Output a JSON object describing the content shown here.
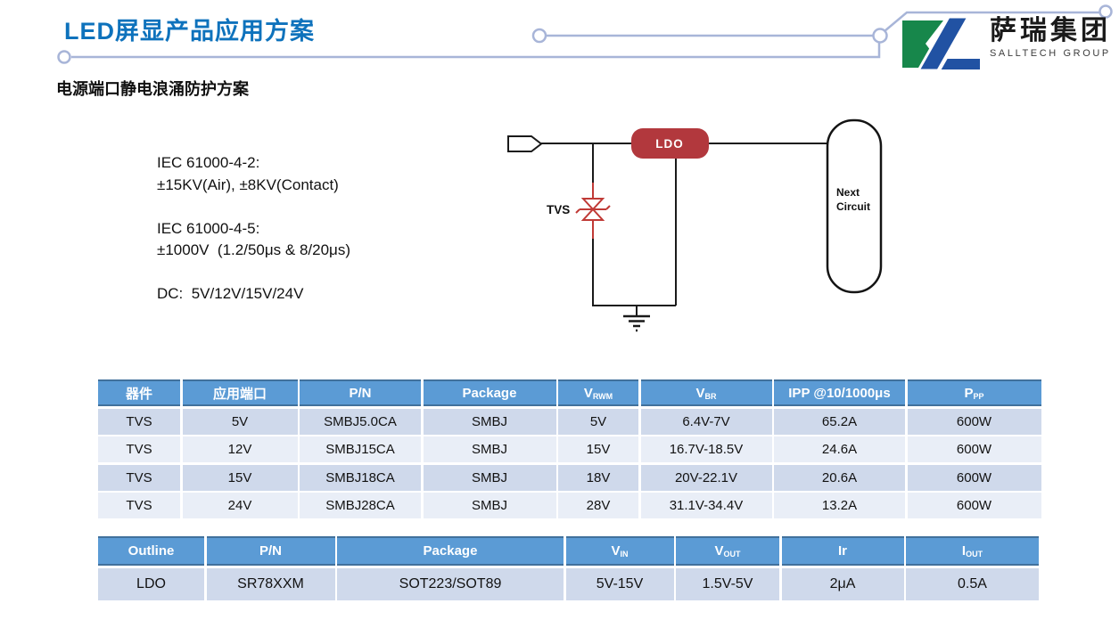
{
  "slide": {
    "title": "LED屏显产品应用方案",
    "subtitle": "电源端口静电浪涌防护方案"
  },
  "logo": {
    "name_cn": "萨瑞集团",
    "name_en": "SALLTECH GROUP",
    "green": "#17874B",
    "blue": "#2152A3"
  },
  "specs": {
    "lines": [
      "IEC 61000-4-2:",
      "±15KV(Air), ±8KV(Contact)",
      "",
      "IEC 61000-4-5:",
      "±1000V  (1.2/50μs & 8/20μs)",
      "",
      "DC:  5V/12V/15V/24V"
    ]
  },
  "diagram": {
    "tvs_label": "TVS",
    "ldo_label": "LDO",
    "next_circuit_line1": "Next",
    "next_circuit_line2": "Circuit",
    "ldo_fill": "#B2383D",
    "tvs_red": "#C03A36",
    "wire_black": "#1a1a1a"
  },
  "table1": {
    "headers": [
      {
        "main": "器件",
        "sub": ""
      },
      {
        "main": "应用端口",
        "sub": ""
      },
      {
        "main": "P/N",
        "sub": ""
      },
      {
        "main": "Package",
        "sub": ""
      },
      {
        "main": "V",
        "sub": "RWM"
      },
      {
        "main": "V",
        "sub": "BR"
      },
      {
        "main": "IPP @10/1000μs",
        "sub": ""
      },
      {
        "main": "P",
        "sub": "PP"
      }
    ],
    "rows": [
      [
        "TVS",
        "5V",
        "SMBJ5.0CA",
        "SMBJ",
        "5V",
        "6.4V-7V",
        "65.2A",
        "600W"
      ],
      [
        "TVS",
        "12V",
        "SMBJ15CA",
        "SMBJ",
        "15V",
        "16.7V-18.5V",
        "24.6A",
        "600W"
      ],
      [
        "TVS",
        "15V",
        "SMBJ18CA",
        "SMBJ",
        "18V",
        "20V-22.1V",
        "20.6A",
        "600W"
      ],
      [
        "TVS",
        "24V",
        "SMBJ28CA",
        "SMBJ",
        "28V",
        "31.1V-34.4V",
        "13.2A",
        "600W"
      ]
    ]
  },
  "table2": {
    "headers": [
      {
        "main": "Outline",
        "sub": ""
      },
      {
        "main": "P/N",
        "sub": ""
      },
      {
        "main": "Package",
        "sub": ""
      },
      {
        "main": "V",
        "sub": "IN"
      },
      {
        "main": "V",
        "sub": "OUT"
      },
      {
        "main": "Ir",
        "sub": ""
      },
      {
        "main": "I",
        "sub": "OUT"
      }
    ],
    "rows": [
      [
        "LDO",
        "SR78XXM",
        "SOT223/SOT89",
        "5V-15V",
        "1.5V-5V",
        "2μA",
        "0.5A"
      ]
    ]
  },
  "colors": {
    "title_blue": "#0E72BC",
    "table_header_blue": "#5B9BD5",
    "table_header_border": "#41719C",
    "band_dark": "#CFD9EB",
    "band_light": "#E9EEF7",
    "trace_gray": "#A8B5D8"
  }
}
